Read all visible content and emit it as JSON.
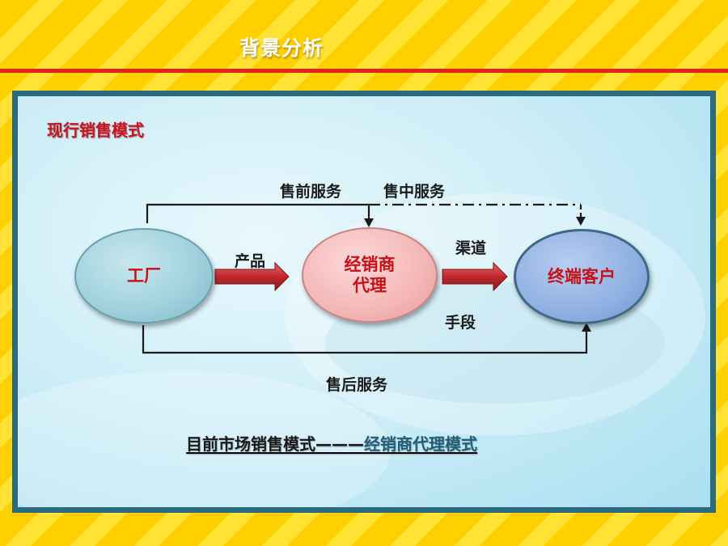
{
  "header": {
    "title": "背景分析"
  },
  "diagram": {
    "mode_title": "现行销售模式",
    "nodes": {
      "factory": "工厂",
      "dealer_line1": "经销商",
      "dealer_line2": "代理",
      "customer": "终端客户"
    },
    "edge_labels": {
      "product": "产品",
      "channel": "渠道",
      "means": "手段",
      "pre_sale": "售前服务",
      "in_sale": "售中服务",
      "after_sale": "售后服务"
    },
    "caption": {
      "part1": "目前市场销售模式",
      "part2": "———",
      "part3": "经销商代理模式"
    },
    "colors": {
      "factory_fill": "#9ed0dc",
      "dealer_fill": "#f4b6b6",
      "customer_fill": "#8fb0e2",
      "arrow_red": "#c0272d",
      "frame": "#2a6b7f",
      "accent_red": "#e8201c"
    }
  }
}
